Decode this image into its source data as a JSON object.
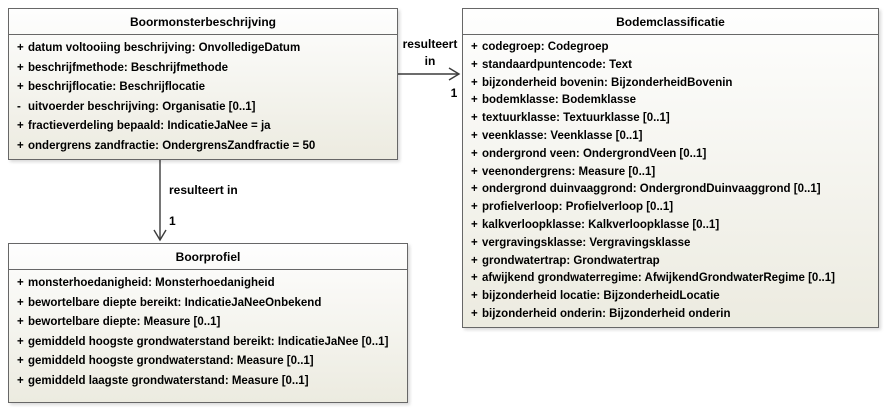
{
  "palette": {
    "canvas_bg": "#ffffff",
    "box_fill_top": "#fefefe",
    "box_fill_bottom": "#ecebe0",
    "box_border": "#676767",
    "line_color": "#3c3c3c"
  },
  "classes": {
    "boormonsterbeschrijving": {
      "title": "Boormonsterbeschrijving",
      "attributes": [
        {
          "vis": "+",
          "text": "datum voltooiing beschrijving: OnvolledigeDatum"
        },
        {
          "vis": "+",
          "text": "beschrijfmethode: Beschrijfmethode"
        },
        {
          "vis": "+",
          "text": "beschrijflocatie: Beschrijflocatie"
        },
        {
          "vis": "-",
          "text": "uitvoerder beschrijving: Organisatie [0..1]"
        },
        {
          "vis": "+",
          "text": "fractieverdeling bepaald: IndicatieJaNee = ja"
        },
        {
          "vis": "+",
          "text": "ondergrens zandfractie: OndergrensZandfractie = 50"
        }
      ]
    },
    "bodemclassificatie": {
      "title": "Bodemclassificatie",
      "attributes": [
        {
          "vis": "+",
          "text": "codegroep: Codegroep"
        },
        {
          "vis": "+",
          "text": "standaardpuntencode: Text"
        },
        {
          "vis": "+",
          "text": "bijzonderheid bovenin: BijzonderheidBovenin"
        },
        {
          "vis": "+",
          "text": "bodemklasse: Bodemklasse"
        },
        {
          "vis": "+",
          "text": "textuurklasse: Textuurklasse [0..1]"
        },
        {
          "vis": "+",
          "text": "veenklasse: Veenklasse [0..1]"
        },
        {
          "vis": "+",
          "text": "ondergrond veen: OndergrondVeen [0..1]"
        },
        {
          "vis": "+",
          "text": "veenondergrens: Measure [0..1]"
        },
        {
          "vis": "+",
          "text": "ondergrond duinvaaggrond: OndergrondDuinvaaggrond [0..1]"
        },
        {
          "vis": "+",
          "text": "profielverloop: Profielverloop [0..1]"
        },
        {
          "vis": "+",
          "text": "kalkverloopklasse: Kalkverloopklasse [0..1]"
        },
        {
          "vis": "+",
          "text": "vergravingsklasse: Vergravingsklasse"
        },
        {
          "vis": "+",
          "text": "grondwatertrap: Grondwatertrap"
        },
        {
          "vis": "+",
          "text": "afwijkend grondwaterregime: AfwijkendGrondwaterRegime [0..1]"
        },
        {
          "vis": "+",
          "text": "bijzonderheid locatie: BijzonderheidLocatie"
        },
        {
          "vis": "+",
          "text": "bijzonderheid onderin: Bijzonderheid onderin"
        }
      ]
    },
    "boorprofiel": {
      "title": "Boorprofiel",
      "attributes": [
        {
          "vis": "+",
          "text": "monsterhoedanigheid: Monsterhoedanigheid"
        },
        {
          "vis": "+",
          "text": "bewortelbare diepte bereikt: IndicatieJaNeeOnbekend"
        },
        {
          "vis": "+",
          "text": "bewortelbare diepte: Measure [0..1]"
        },
        {
          "vis": "+",
          "text": "gemiddeld hoogste grondwaterstand bereikt: IndicatieJaNee [0..1]"
        },
        {
          "vis": "+",
          "text": "gemiddeld hoogste grondwaterstand: Measure [0..1]"
        },
        {
          "vis": "+",
          "text": "gemiddeld laagste grondwaterstand: Measure [0..1]"
        }
      ]
    }
  },
  "associations": {
    "to_bodemclassificatie": {
      "label": "resulteert in",
      "multiplicity": "1"
    },
    "to_boorprofiel": {
      "label": "resulteert in",
      "multiplicity": "1"
    }
  }
}
